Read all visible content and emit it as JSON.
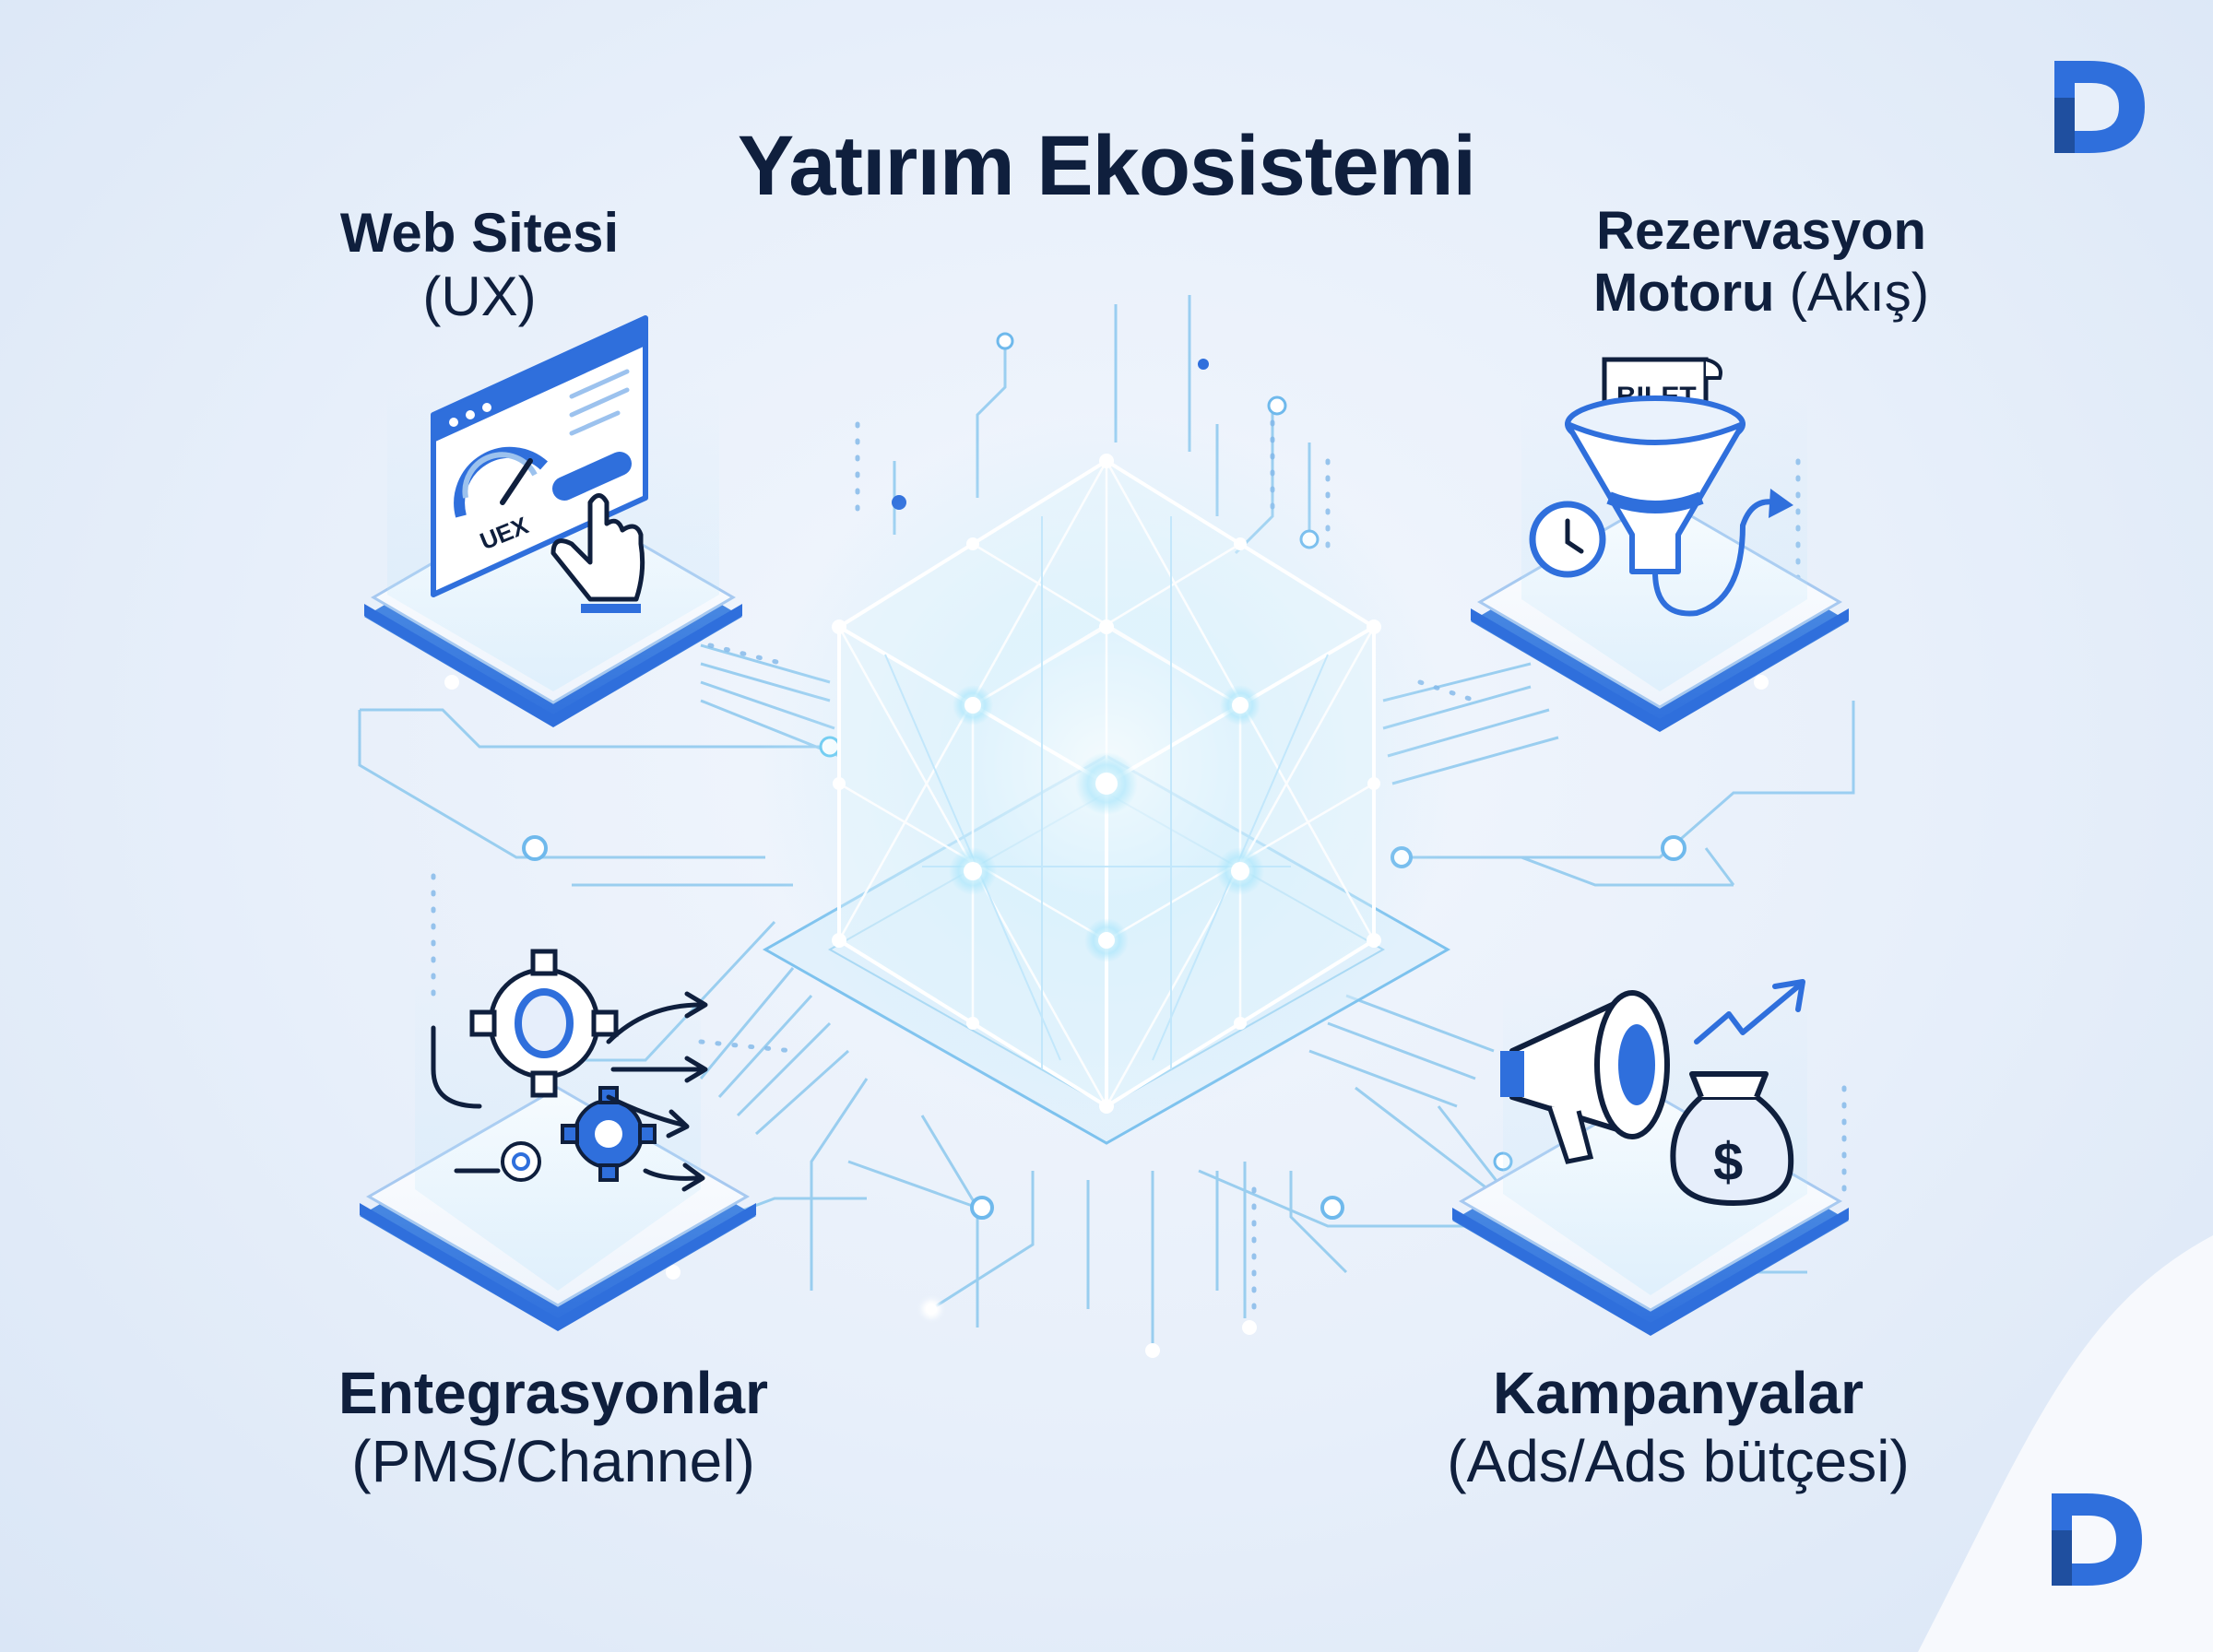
{
  "title": "Yatırım Ekosistemi",
  "nodes": {
    "web": {
      "label_bold": "Web Sitesi",
      "label_sub": "(UX)",
      "icon_text": "UEX"
    },
    "rezervasyon": {
      "label_bold_line1": "Rezervasyon",
      "label_bold_line2": "Motoru",
      "label_sub": "(Akış)",
      "icon_text": "BILET"
    },
    "entegrasyon": {
      "label_bold": "Entegrasyonlar",
      "label_sub": "(PMS/Channel)"
    },
    "kampanya": {
      "label_bold": "Kampanyalar",
      "label_sub": "(Ads/Ads bütçesi)",
      "icon_text": "$"
    }
  },
  "colors": {
    "accent": "#2f6fdc",
    "glow": "#7fd3f2",
    "line": "#8cc8ee",
    "dark": "#0f1f3d",
    "platform": "#ffffff",
    "platform_edge": "#4f8ee0"
  },
  "icons": [
    "browser-window-icon",
    "gauge-icon",
    "pointer-hand-icon",
    "ticket-icon",
    "funnel-icon",
    "clock-icon",
    "gears-icon",
    "arrows-icon",
    "megaphone-icon",
    "money-bag-icon",
    "trend-arrow-icon",
    "brand-logo-icon"
  ]
}
